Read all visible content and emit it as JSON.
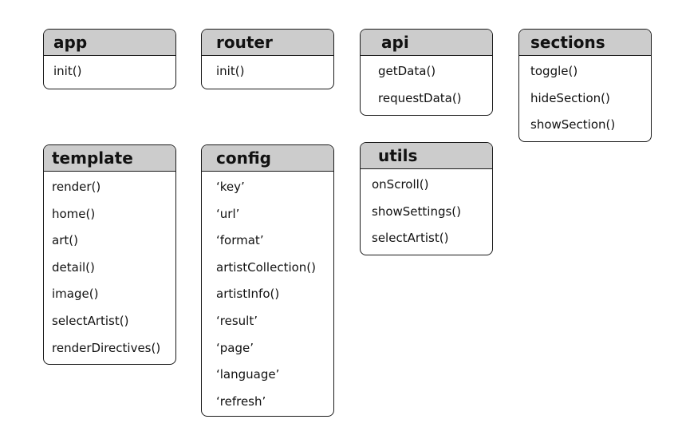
{
  "modules": [
    {
      "id": "app",
      "title": "app",
      "items": [
        "init()"
      ]
    },
    {
      "id": "router",
      "title": "router",
      "items": [
        "init()"
      ]
    },
    {
      "id": "api",
      "title": "api",
      "items": [
        "getData()",
        "requestData()"
      ]
    },
    {
      "id": "sections",
      "title": "sections",
      "items": [
        "toggle()",
        "hideSection()",
        "showSection()"
      ]
    },
    {
      "id": "template",
      "title": "template",
      "items": [
        "render()",
        "home()",
        "art()",
        "detail()",
        "image()",
        "selectArtist()",
        "renderDirectives()"
      ]
    },
    {
      "id": "config",
      "title": "config",
      "items": [
        "‘key’",
        "‘url’",
        "‘format’",
        "artistCollection()",
        "artistInfo()",
        "‘result’",
        "‘page’",
        "‘language’",
        "‘refresh’"
      ]
    },
    {
      "id": "utils",
      "title": "utils",
      "items": [
        "onScroll()",
        "showSettings()",
        "selectArtist()"
      ]
    }
  ]
}
